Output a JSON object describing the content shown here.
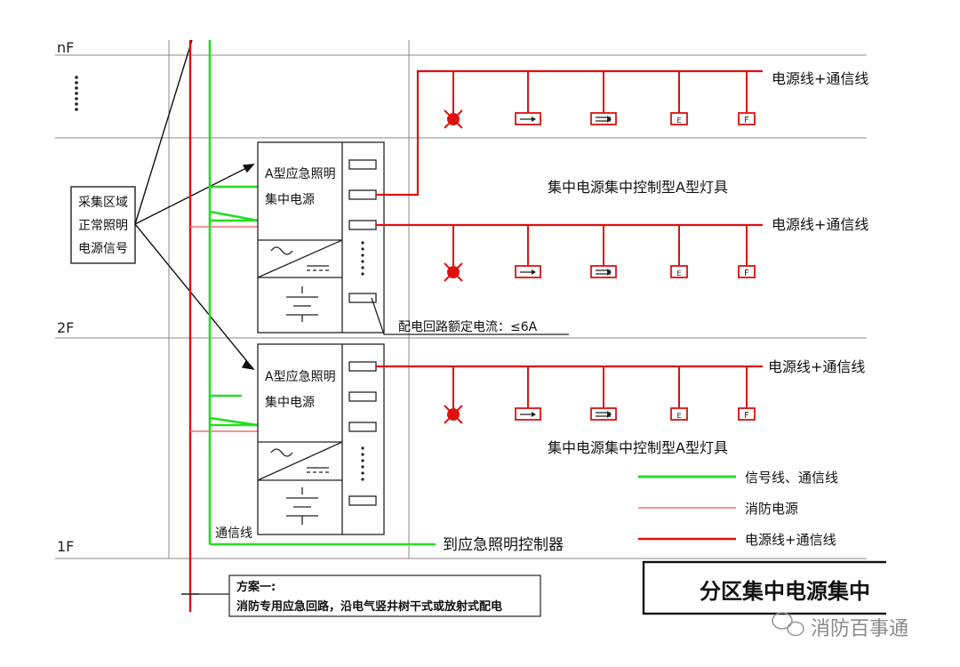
{
  "floors": {
    "top": "nF",
    "mid": "2F",
    "bottom": "1F"
  },
  "area_box": {
    "line1": "采集区域",
    "line2": "正常照明",
    "line3": "电源信号"
  },
  "power_unit": {
    "line1": "A型应急照明",
    "line2": "集中电源"
  },
  "circuit_label": "电源线+通信线",
  "luminaire_label": "集中电源集中控制型A型灯具",
  "current_note": "配电回路额定电流：≤6A",
  "comm_line_label": "通信线",
  "to_controller": "到应急照明控制器",
  "legend": [
    {
      "label": "信号线、通信线",
      "color": "#22dd22"
    },
    {
      "label": "消防电源",
      "color": "#f07070"
    },
    {
      "label": "电源线+通信线",
      "color": "#dd1111"
    }
  ],
  "scheme": {
    "title": "方案一:",
    "desc": "消防专用应急回路，沿电气竖井树干式或放射式配电"
  },
  "title_box": "分区集中电源集中",
  "watermark": "消防百事通",
  "fixture_glyphs": {
    "exit": "E",
    "floor": "F"
  },
  "colors": {
    "red": "#dd1111",
    "green": "#22dd22",
    "pink": "#f07070"
  }
}
